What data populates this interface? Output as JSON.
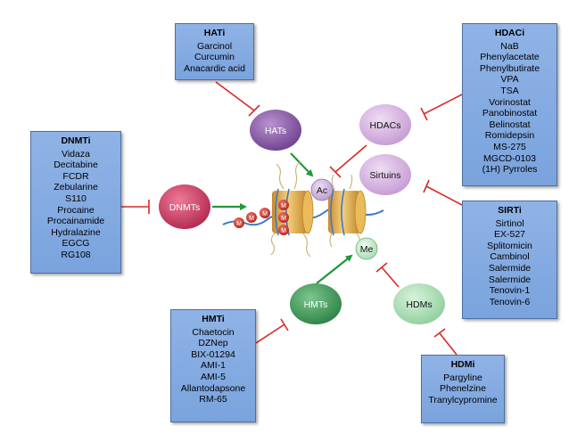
{
  "inhibitor_boxes": {
    "hati": {
      "title": "HATi",
      "items": [
        "Garcinol",
        "Curcumin",
        "Anacardic acid"
      ]
    },
    "hdaci": {
      "title": "HDACi",
      "items": [
        "NaB",
        "Phenylacetate",
        "Phenylbutirate",
        "VPA",
        "TSA",
        "Vorinostat",
        "Panobinostat",
        "Belinostat",
        "Romidepsin",
        "MS-275",
        "MGCD-0103",
        "(1H) Pyrroles"
      ]
    },
    "dnmti": {
      "title": "DNMTi",
      "items": [
        "Vidaza",
        "Decitabine",
        "FCDR",
        "Zebularine",
        "S110",
        "Procaine",
        "Procainamide",
        "Hydralazine",
        "EGCG",
        "RG108"
      ]
    },
    "sirti": {
      "title": "SIRTi",
      "items": [
        "Sirtinol",
        "EX-527",
        "Splitomicin",
        "Cambinol",
        "Salermide",
        "Salermide",
        "Tenovin-1",
        "Tenovin-6"
      ]
    },
    "hmti": {
      "title": "HMTi",
      "items": [
        "Chaetocin",
        "DZNep",
        "BIX-01294",
        "AMI-1",
        "AMI-5",
        "Allantodapsone",
        "RM-65"
      ]
    },
    "hdmi": {
      "title": "HDMi",
      "items": [
        "Pargyline",
        "Phenelzine",
        "Tranylcypromine"
      ]
    }
  },
  "enzymes": {
    "hats": "HATs",
    "hdacs": "HDACs",
    "sirtuins": "Sirtuins",
    "dnmts": "DNMTs",
    "hmts": "HMTs",
    "hdms": "HDMs"
  },
  "marks": {
    "ac": "Ac",
    "me": "Me",
    "m": "M"
  },
  "colors": {
    "box_fill": "#7aa3dd",
    "inhibition_line": "#d62a2a",
    "activation_arrow": "#1f9a3a",
    "hats_fill": "#8a58a8",
    "hdacs_fill": "#d7b3e0",
    "dnmts_fill": "#c93e63",
    "hmts_fill": "#3c9a58",
    "hdms_fill": "#a7dcb1",
    "mark_fill": "#cc2a2a",
    "nucleosome": "#e0ad4c"
  }
}
